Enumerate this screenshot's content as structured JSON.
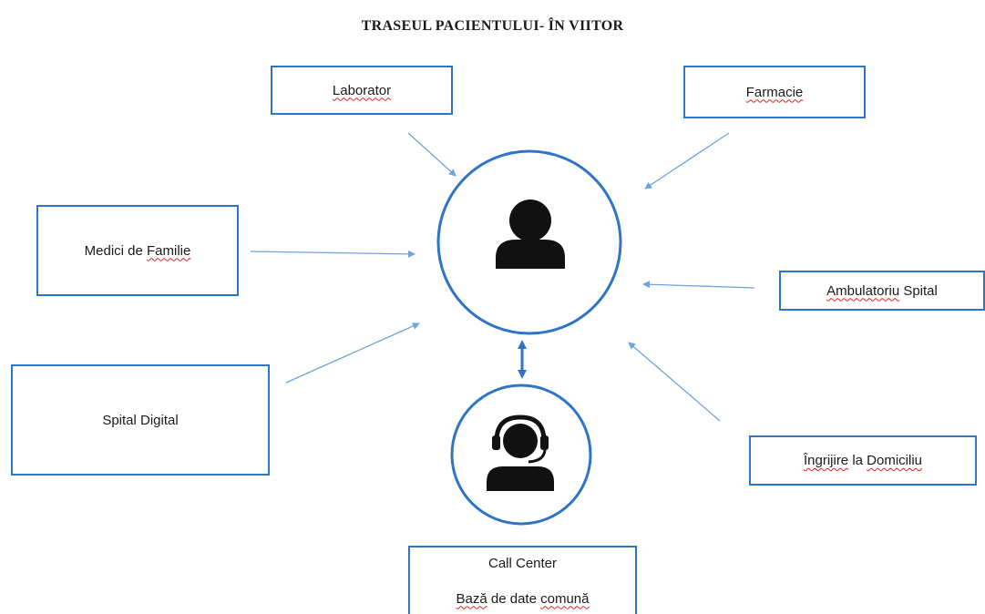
{
  "title": "TRASEUL PACIENTULUI- ÎN VIITOR",
  "nodes": {
    "laborator": {
      "label": "Laborator"
    },
    "farmacie": {
      "label": "Farmacie"
    },
    "medici_familie": {
      "prefix": "Medici de ",
      "word": "Familie"
    },
    "ambulatoriu": {
      "word": "Ambulatoriu",
      "suffix": " Spital"
    },
    "spital_digital": {
      "label": "Spital Digital"
    },
    "ingrijire": {
      "word1": "Îngrijire",
      "mid": " la ",
      "word2": "Domiciliu"
    },
    "call_center": {
      "line1": "Call Center",
      "line2_word1": "Bază",
      "line2_mid": " de date ",
      "line2_word2": "comună"
    }
  },
  "icons": {
    "center": "person-icon",
    "bottom": "call-center-agent-icon"
  },
  "colors": {
    "accent": "#2f75c7",
    "arrow": "#6fa3dc",
    "icon": "#111111",
    "spellcheck": "#e02020"
  }
}
